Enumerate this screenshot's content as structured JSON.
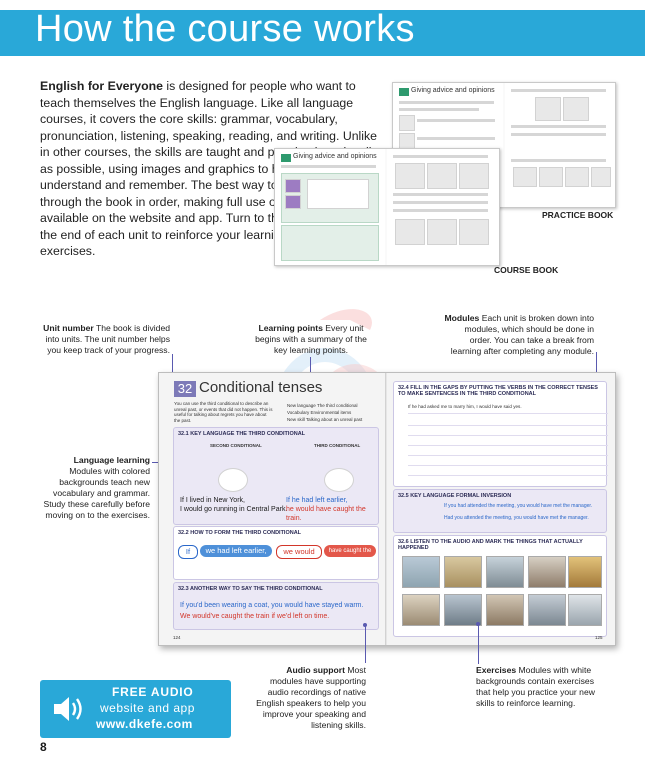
{
  "header": {
    "title": "How the course works"
  },
  "intro": {
    "bold": "English for Everyone",
    "text": " is designed for people who want to teach themselves the English language. Like all language courses, it covers the core skills: grammar, vocabulary, pronunciation, listening, speaking, reading, and writing. Unlike in other courses, the skills are taught and practiced as visually as possible, using images and graphics to help you understand and remember. The best way to learn is to work through the book in order, making full use of the audio available on the website and app. Turn to the practice book at the end of each unit to reinforce your learning with additional exercises."
  },
  "thumbs": {
    "practice_title": "Giving advice and opinions",
    "course_title": "Giving advice and opinions",
    "practice_caption": "PRACTICE BOOK",
    "course_caption": "COURSE BOOK"
  },
  "labels": {
    "unit_number": {
      "bold": "Unit number",
      "text": " The book is divided into units. The unit number helps you keep track of your progress."
    },
    "learning_points": {
      "bold": "Learning points",
      "text": " Every unit begins with a summary of the key learning points."
    },
    "modules": {
      "bold": "Modules",
      "text": " Each unit is broken down into modules, which should be done in order. You can take a break from learning after completing any module."
    },
    "language_learning": {
      "bold": "Language learning",
      "text": " Modules with colored backgrounds teach new vocabulary and grammar. Study these carefully before moving on to the exercises."
    },
    "audio_support": {
      "bold": "Audio support",
      "text": " Most modules have supporting audio recordings of native English speakers to help you improve your speaking and listening skills."
    },
    "exercises": {
      "bold": "Exercises",
      "text": " Modules with white backgrounds contain exercises that help you practice your new skills to reinforce learning."
    }
  },
  "book": {
    "unit_num": "32",
    "unit_title": "Conditional tenses",
    "intro_text": "You can use the third conditional to describe an unreal past, or events that did not happen. This is useful for talking about regrets you have about the past.",
    "lp1": "New language  The third conditional",
    "lp2": "Vocabulary  Environmental items",
    "lp3": "New skill  Talking about an unreal past",
    "m1_head": "32.1  KEY LANGUAGE THE THIRD CONDITIONAL",
    "m1_sub1": "SECOND CONDITIONAL",
    "m1_sub2": "THIRD CONDITIONAL",
    "m1_s1a": "If I lived in New York,",
    "m1_s1b": "I would go running in Central Park.",
    "m1_s2a": "If he had left earlier,",
    "m1_s2b": "he would have caught the train.",
    "m2_head": "32.2  HOW TO FORM THE THIRD CONDITIONAL",
    "m2_if": "If",
    "m2_p1": "we had left earlier,",
    "m2_p2": "we would",
    "m2_p3": "have caught the train.",
    "m3_head": "32.3  ANOTHER WAY TO SAY THE THIRD CONDITIONAL",
    "m3_s1": "If you'd been wearing a coat, you would have stayed warm.",
    "m3_s2": "We would've caught the train if we'd left on time.",
    "page_left": "124",
    "page_right": "125",
    "r1_head": "32.4  FILL IN THE GAPS BY PUTTING THE VERBS IN THE CORRECT TENSES TO MAKE SENTENCES IN THE THIRD CONDITIONAL",
    "r1_example": "If he  had asked  me to marry him, I  would have said  yes.",
    "r2_head": "32.5  KEY LANGUAGE FORMAL INVERSION",
    "r2_s1": "If you had attended the meeting, you would have met the manager.",
    "r2_s2": "Had you attended the meeting, you would have met the manager.",
    "r3_head": "32.6  LISTEN TO THE AUDIO AND MARK THE THINGS THAT ACTUALLY HAPPENED"
  },
  "audio_box": {
    "line1": "FREE AUDIO",
    "line2": "website and app",
    "line3": "www.dkefe.com",
    "icon": "speaker-icon"
  },
  "page_number": "8",
  "colors": {
    "brand_blue": "#29a8d8",
    "unit_purple": "#7d7ab8",
    "red_text": "#d2362a",
    "blue_text": "#2a67c9"
  }
}
